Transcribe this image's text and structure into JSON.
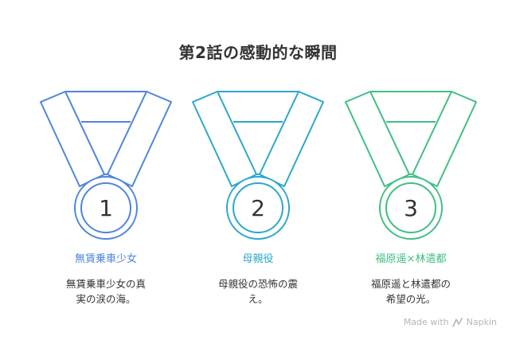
{
  "title": "第2話の感動的な瞬間",
  "items": [
    {
      "number": "1",
      "label": "無賃乗車少女",
      "description": "無賃乗車少女の真実の涙の海。",
      "color": "#4f85dc"
    },
    {
      "number": "2",
      "label": "母親役",
      "description": "母親役の恐怖の震え。",
      "color": "#2aa8cc"
    },
    {
      "number": "3",
      "label": "福原遥×林遣都",
      "description": "福原遥と林遣都の希望の光。",
      "color": "#3fbf82"
    }
  ],
  "badge": {
    "text": "Made with",
    "brand": "Napkin",
    "icon": "napkin-pen-icon"
  }
}
